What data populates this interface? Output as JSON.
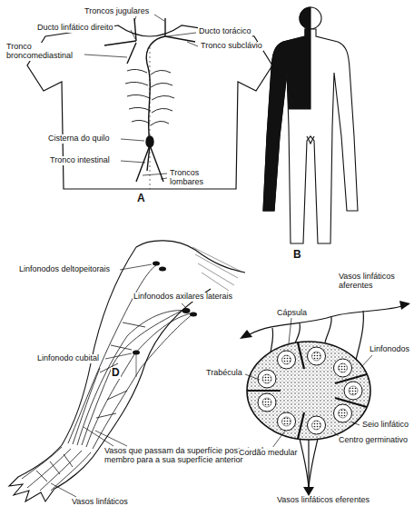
{
  "diagram": {
    "labels": [
      "Troncos jugulares",
      "Ducto linfático direito",
      "Ducto torácico",
      "Tronco broncomediastinal",
      "Tronco subclávio",
      "Cisterna do quilo",
      "Tronco intestinal",
      "Troncos lombares",
      "A",
      "B",
      "Linfonodos deltopeitorais",
      "Linfonodos axilares laterais",
      "Linfonodo cubital",
      "D",
      "Vasos que passam da superfície posterior do membro para a sua superfície anterior",
      "Vasos linfáticos",
      "Vasos linfáticos aferentes",
      "Cápsula",
      "Linfonodos",
      "Trabécula",
      "Seio linfático",
      "Centro germinativo",
      "Cordão medular",
      "Vasos linfáticos eferentes"
    ]
  }
}
